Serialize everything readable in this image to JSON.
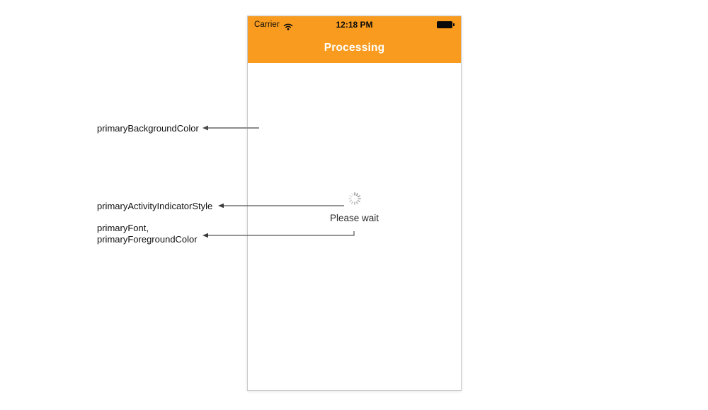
{
  "phone": {
    "status_bar": {
      "carrier_label": "Carrier",
      "time": "12:18 PM"
    },
    "nav_bar": {
      "title": "Processing"
    },
    "content": {
      "message": "Please wait"
    }
  },
  "annotations": {
    "background_color_label": "primaryBackgroundColor",
    "activity_indicator_label": "primaryActivityIndicatorStyle",
    "font_label_line1": "primaryFont,",
    "font_label_line2": "primaryForegroundColor"
  },
  "icons": {
    "wifi": "wifi-icon",
    "battery": "battery-icon",
    "spinner": "activity-indicator-icon",
    "arrows": "left-arrowhead-icon"
  },
  "colors": {
    "header_orange": "#F99B1E",
    "nav_title": "#FFFFFF",
    "status_text": "#0A0A0A",
    "message_text": "#2B2B2B",
    "spinner_gray": "#9B9B9B",
    "annotation_text": "#111111",
    "connector_gray": "#8C8C8C",
    "connector_dark": "#555555",
    "phone_border": "#C9C9C9",
    "page_background": "#FFFFFF"
  }
}
